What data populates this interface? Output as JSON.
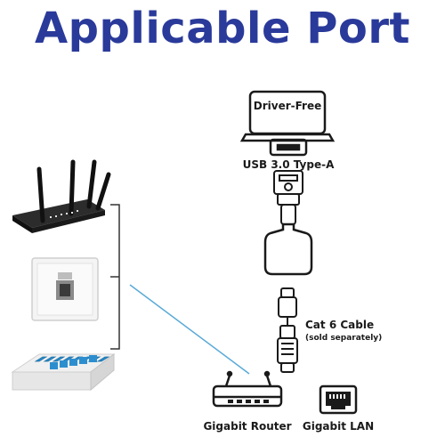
{
  "title": "Applicable Port",
  "colors": {
    "title": "#2a3a9a",
    "line": "#5aaad8",
    "ink": "#1a1a1a"
  },
  "labels": {
    "driver_free": "Driver-Free",
    "usb": "USB 3.0 Type-A",
    "cable": "Cat 6 Cable",
    "cable_note": "(sold separately)",
    "router": "Gigabit Router",
    "lan": "Gigabit LAN"
  },
  "icons": [
    "laptop-icon",
    "usb-port-icon",
    "usb-plug-icon",
    "adapter-icon",
    "rj45-connector-icon",
    "wifi-router-image",
    "wall-jack-image",
    "network-switch-image",
    "router-outline-icon",
    "lan-port-icon"
  ]
}
